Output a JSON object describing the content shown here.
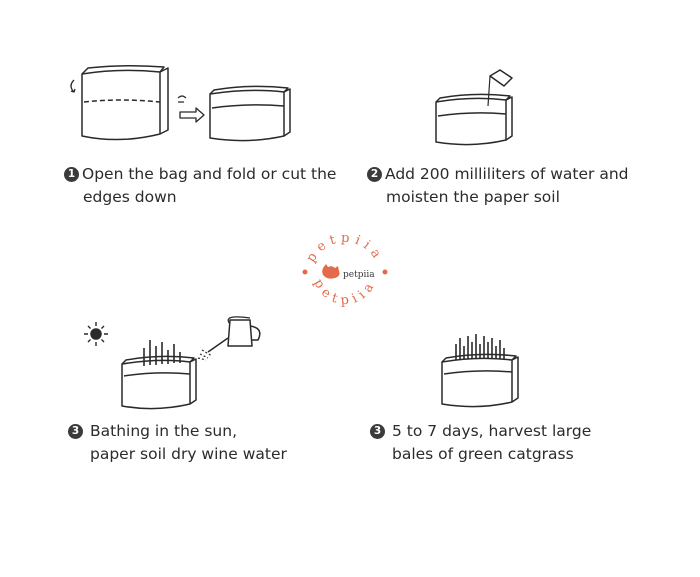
{
  "steps": [
    {
      "number": "1",
      "line1": "Open the bag and fold or cut the",
      "line2": "edges down"
    },
    {
      "number": "2",
      "line1": "Add 200 milliliters of water and",
      "line2": "moisten the paper soil"
    },
    {
      "number": "3",
      "line1": "Bathing in the sun,",
      "line2": "paper soil dry wine water"
    },
    {
      "number": "3",
      "line1": "5 to 7 days, harvest large",
      "line2": "bales of green catgrass"
    }
  ],
  "logo": {
    "brand": "petpiia",
    "ring_text": "petpiia",
    "color": "#e46a4a"
  },
  "colors": {
    "line": "#2a2a2a",
    "accent": "#e46a4a"
  }
}
